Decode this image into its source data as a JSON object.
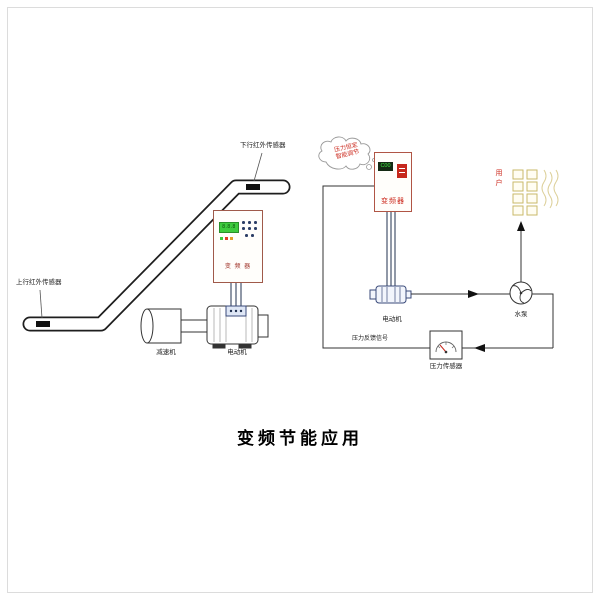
{
  "page": {
    "title_caption": "变频节能应用"
  },
  "escalator_section": {
    "down_sensor_label": "下行红外传感器",
    "up_sensor_label": "上行红外传感器",
    "inverter": {
      "display": "8.8.8",
      "label": "变 频 器"
    },
    "reducer_label": "减速机",
    "motor_label": "电动机"
  },
  "pump_section": {
    "cloud": {
      "line1": "压力恒定",
      "line2": "智能调节"
    },
    "inverter": {
      "display": "C00",
      "label": "变频器"
    },
    "motor_label": "电动机",
    "pump_label": "水泵",
    "user_label": {
      "line1": "用",
      "line2": "户"
    },
    "feedback_label": "压力反馈信号",
    "sensor_label": "压力传感器"
  },
  "colors": {
    "accent_red": "#cc2a1e",
    "display_green": "#3ecb3e",
    "building_outline": "#c9b96a",
    "line_color": "#333333"
  }
}
